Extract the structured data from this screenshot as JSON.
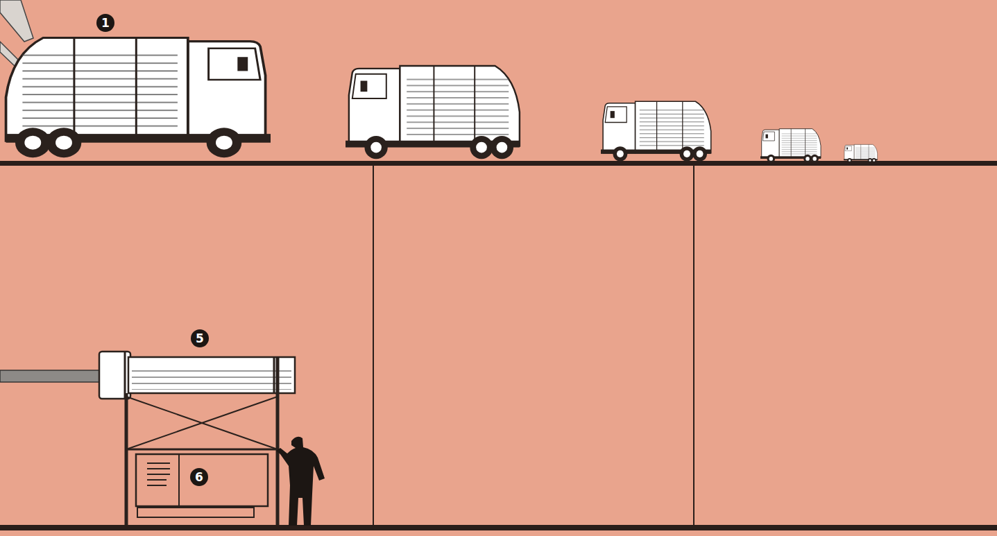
{
  "diagram": {
    "labels": [
      "1",
      "5",
      "6"
    ]
  }
}
